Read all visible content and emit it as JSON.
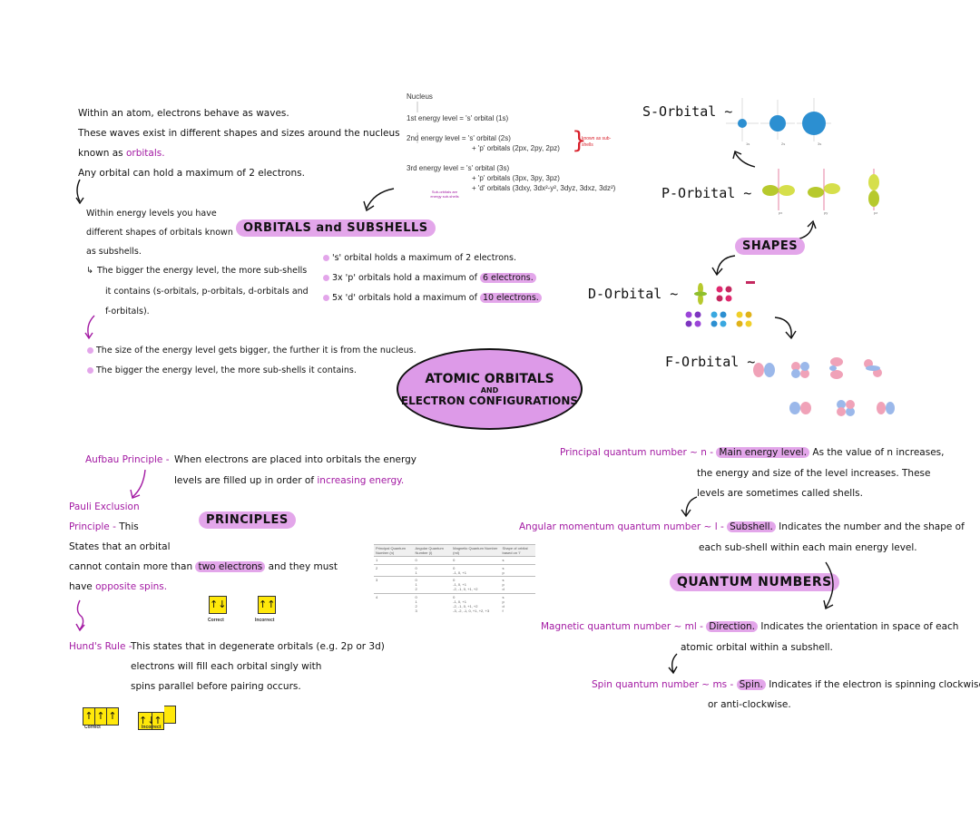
{
  "intro": {
    "line1": "Within an atom, electrons behave as waves.",
    "line2": "These waves exist in different shapes and sizes around the nucleus",
    "line3_a": "known as ",
    "line3_b": "orbitals.",
    "line4": "Any orbital can hold a maximum of 2 electrons."
  },
  "levels_note": {
    "line1": "Within energy levels you have",
    "line2": "different shapes of orbitals known",
    "line3": "as subshells.",
    "line4": "The bigger the energy level, the more sub-shells",
    "line5": "it contains (s-orbitals, p-orbitals, d-orbitals and",
    "line6": "f-orbitals)."
  },
  "orbitals_banner": "ORBITALS and SUBSHELLS",
  "orbital_capacity": {
    "s_a": "'s' orbital holds a maximum of 2 electrons.",
    "p_a": "3x 'p' orbitals hold a maximum of ",
    "p_b": "6 electrons.",
    "d_a": "5x 'd' orbitals hold a maximum of ",
    "d_b": "10 electrons."
  },
  "size_bullets": [
    "The size of the energy level gets bigger, the further it is from the nucleus.",
    "The bigger the energy level, the more sub-shells it contains."
  ],
  "energy_diagram": {
    "nucleus": "Nucleus",
    "level1": "1st energy level = 's' orbital (1s)",
    "level2_a": "2nd energy level = 's' orbital (2s)",
    "level2_b": "+ 'p' orbitals (2px, 2py, 2pz)",
    "known_as": "known as sub-shells",
    "level3_a": "3rd energy level = 's' orbital (3s)",
    "level3_b": "+ 'p' orbitals (3px, 3py, 3pz)",
    "level3_c": "+ 'd' orbitals (3dxy, 3dx²-y², 3dyz, 3dxz, 3dz²)",
    "side_note": "Sub-orbitals are energy sub-shells"
  },
  "title": {
    "line1": "ATOMIC ORBITALS",
    "line2": "AND",
    "line3": "ELECTRON CONFIGURATIONS"
  },
  "shapes": {
    "banner": "SHAPES",
    "s_label": "S-Orbital ~",
    "p_label": "P-Orbital ~",
    "d_label": "D-Orbital ~",
    "f_label": "F-Orbital ~",
    "s_captions": [
      "1s",
      "2s",
      "3s"
    ],
    "p_captions": [
      "px",
      "py",
      "pz"
    ]
  },
  "principles": {
    "banner": "PRINCIPLES",
    "aufbau_name": "Aufbau Principle -",
    "aufbau_l1": "When electrons are placed into orbitals the energy",
    "aufbau_l2_a": "levels are filled up in order of ",
    "aufbau_l2_b": "increasing energy.",
    "pauli_name1": "Pauli Exclusion",
    "pauli_name2": "Principle -",
    "pauli_l1": "This",
    "pauli_l2": "States that an orbital",
    "pauli_l3_a": "cannot contain more than ",
    "pauli_l3_b": "two electrons",
    "pauli_l3_c": " and they must",
    "pauli_l4_a": "have ",
    "pauli_l4_b": "opposite spins.",
    "pauli_correct_box": "↑↓",
    "pauli_incorrect_box": "↑↑",
    "correct": "Correct",
    "incorrect": "Incorrect",
    "hund_name": "Hund's Rule -",
    "hund_l1": "This states that in degenerate orbitals (e.g. 2p or 3d)",
    "hund_l2": "electrons will fill each orbital singly with",
    "hund_l3": "spins parallel before pairing occurs.",
    "hund_correct_boxes": [
      "↑",
      "↑",
      "↑"
    ],
    "hund_incorrect_boxes": [
      "↑↓",
      "↑",
      ""
    ],
    "correct2": "Correct",
    "incorrect2": "Incorrect"
  },
  "quantum_table": {
    "headers": [
      "Principal Quantum Number (n)",
      "Angular Quantum Number (l)",
      "Magnetic Quantum Number (ml)",
      "Shape of orbital based on 'l'"
    ],
    "rows": [
      [
        "1",
        "0",
        "0",
        "s"
      ],
      [
        "2",
        "0\n1",
        "0\n-1, 0, +1",
        "s\np"
      ],
      [
        "3",
        "0\n1\n2",
        "0\n-1, 0, +1\n-2, -1, 0, +1, +2",
        "s\np\nd"
      ],
      [
        "4",
        "0\n1\n2\n3",
        "0\n-1, 0, +1\n-2, -1, 0, +1, +2\n-3, -2, -1, 0, +1, +2, +3",
        "s\np\nd\nf"
      ]
    ]
  },
  "quantum_numbers": {
    "banner": "QUANTUM NUMBERS",
    "principal_name": "Principal quantum number ~ n -",
    "principal_key": "Main energy level.",
    "principal_l1": " As the value of n increases,",
    "principal_l2": "the energy and size of the level increases. These",
    "principal_l3": "levels are sometimes called shells.",
    "angular_name": "Angular momentum quantum number ~ l -",
    "angular_key": "Subshell.",
    "angular_l1": " Indicates the number and the shape of",
    "angular_l2": "each sub-shell within each main energy level.",
    "magnetic_name": "Magnetic quantum number ~ ml -",
    "magnetic_key": "Direction.",
    "magnetic_l1": " Indicates the orientation in space of each",
    "magnetic_l2": "atomic orbital within a subshell.",
    "spin_name": "Spin quantum number ~ ms -",
    "spin_key": "Spin.",
    "spin_l1": " Indicates if the electron is spinning clockwise",
    "spin_l2": "or anti-clockwise."
  },
  "colors": {
    "highlight": "#e3a6ea",
    "accent_purple": "#a31aa3",
    "box_yellow": "#ffe80a",
    "note_red": "#d81f2a"
  }
}
